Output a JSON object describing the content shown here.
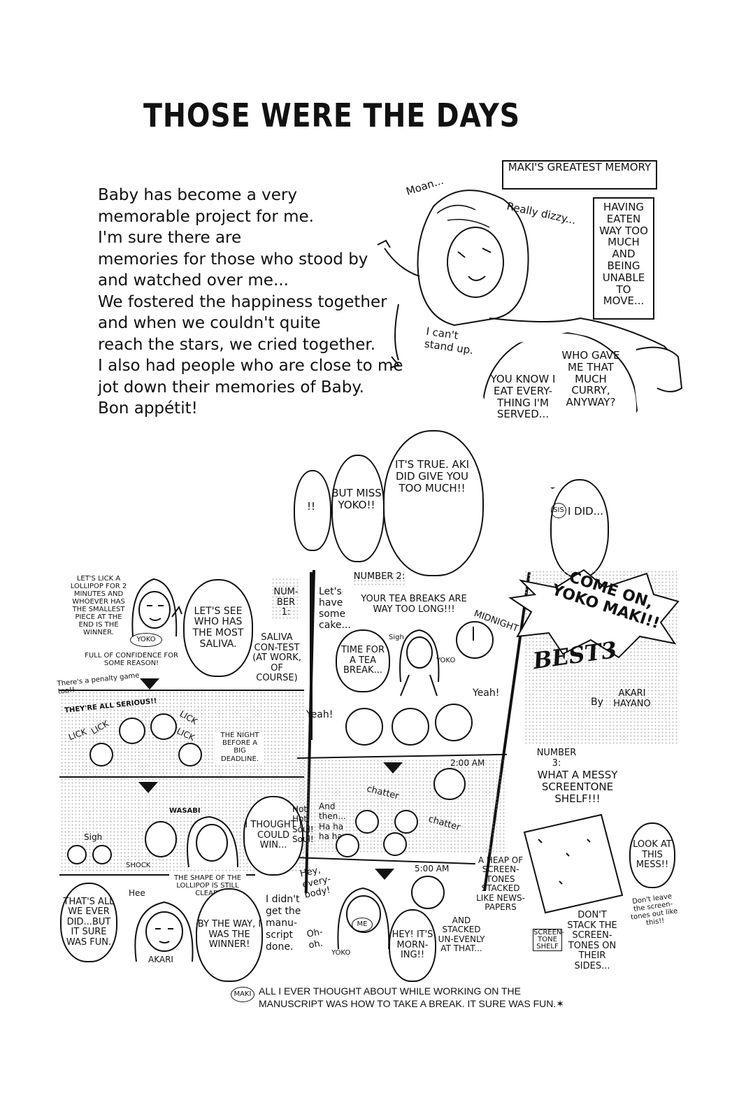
{
  "title": "THOSE WERE THE DAYS",
  "intro_lines": [
    "Baby has become a very",
    "memorable project for me.",
    "I'm sure there are",
    "memories for those who stood by",
    "and watched over me...",
    "We fostered the happiness together",
    "and when we couldn't quite",
    "reach the stars, we cried together.",
    "I also had people who are close to me",
    "jot down their memories of Baby.",
    "Bon appétit!"
  ],
  "maki_memory": {
    "header": "MAKI'S GREATEST MEMORY",
    "moan": "Moan...",
    "dizzy": "Really dizzy...",
    "box": "HAVING EATEN WAY TOO MUCH AND BEING UNABLE TO MOVE...",
    "cant_stand": "I can't stand up.",
    "who_gave": "WHO GAVE ME THAT MUCH CURRY, ANYWAY?",
    "you_know": "YOU KNOW I EAT EVERY-THING I'M SERVED...",
    "its_true": "IT'S TRUE. AKI DID GIVE YOU TOO MUCH!!",
    "but_miss": "BUT MISS YOKO!!",
    "exclaim": "!!",
    "sis_tag": "SIS",
    "i_did": "I DID..."
  },
  "best3": {
    "come_on": "COME ON, YOKO MAKI!!",
    "best": "BEST3",
    "by": "By",
    "author": "AKARI HAYANO"
  },
  "number1": {
    "label": "NUM-BER 1:",
    "contest": "SALIVA CON-TEST (AT WORK, OF COURSE)",
    "rules": "LET'S LICK A LOLLIPOP FOR 2 MINUTES AND WHOEVER HAS THE SMALLEST PIECE AT THE END IS THE WINNER.",
    "lets_see": "LET'S SEE WHO HAS THE MOST SALIVA.",
    "yoko_tag": "YOKO",
    "confidence": "FULL OF CONFIDENCE FOR SOME REASON!",
    "penalty": "There's a penalty game too!!",
    "serious": "THEY'RE ALL SERIOUS!!",
    "lick": "LICK",
    "night_before": "THE NIGHT BEFORE A BIG DEADLINE.",
    "wasabi": "WASABI",
    "thought": "I THOUGHT I COULD WIN...",
    "sigh": "Sigh",
    "shock": "SHOCK",
    "lollipop_shape": "THE SHAPE OF THE LOLLIPOP IS STILL CLEAR.",
    "thats_all": "THAT'S ALL WE EVER DID...BUT IT SURE WAS FUN.",
    "hee": "Hee",
    "akari_tag": "AKARI",
    "by_the_way": "BY THE WAY, I WAS THE WINNER!"
  },
  "number2": {
    "label": "NUMBER 2:",
    "tea_breaks": "YOUR TEA BREAKS ARE WAY TOO LONG!!!",
    "lets_cake": "Let's have some cake...",
    "time_break": "TIME FOR A TEA BREAK...",
    "sigh": "Sigh",
    "yoko_tag": "YOKO",
    "midnight": "MIDNIGHT",
    "yeah1": "Yeah!",
    "yeah2": "Yeah!",
    "two_am": "2:00 AM",
    "chatter1": "chatter",
    "chatter2": "chatter",
    "hot_soul": "Hot! Hot! Soul! Soul!",
    "and_then": "And then... Ha ha ha ha",
    "five_am": "5:00 AM",
    "hey": "Hey, every-body!",
    "didnt": "I didn't get the manu-script done.",
    "oh_oh": "Oh-oh.",
    "me_tag": "ME",
    "yoko_tag2": "YOKO",
    "morning": "HEY! IT'S MORN-ING!!"
  },
  "number3": {
    "label": "NUMBER 3:",
    "messy": "WHAT A MESSY SCREENTONE SHELF!!!",
    "look": "LOOK AT THIS MESS!!",
    "heap": "A HEAP OF SCREEN-TONES STACKED LIKE NEWS-PAPERS",
    "stacked": "AND STACKED UN-EVENLY AT THAT...",
    "shelf_tag": "SCREEN-TONE SHELF",
    "dont_stack": "DON'T STACK THE SCREEN-TONES ON THEIR SIDES...",
    "dont_leave": "Don't leave the screen-tones out like this!!"
  },
  "footer": {
    "maki_tag": "MAKI",
    "line1": "ALL I EVER THOUGHT ABOUT WHILE WORKING ON THE",
    "line2": "MANUSCRIPT WAS HOW TO TAKE A BREAK. IT SURE WAS FUN.✶"
  }
}
